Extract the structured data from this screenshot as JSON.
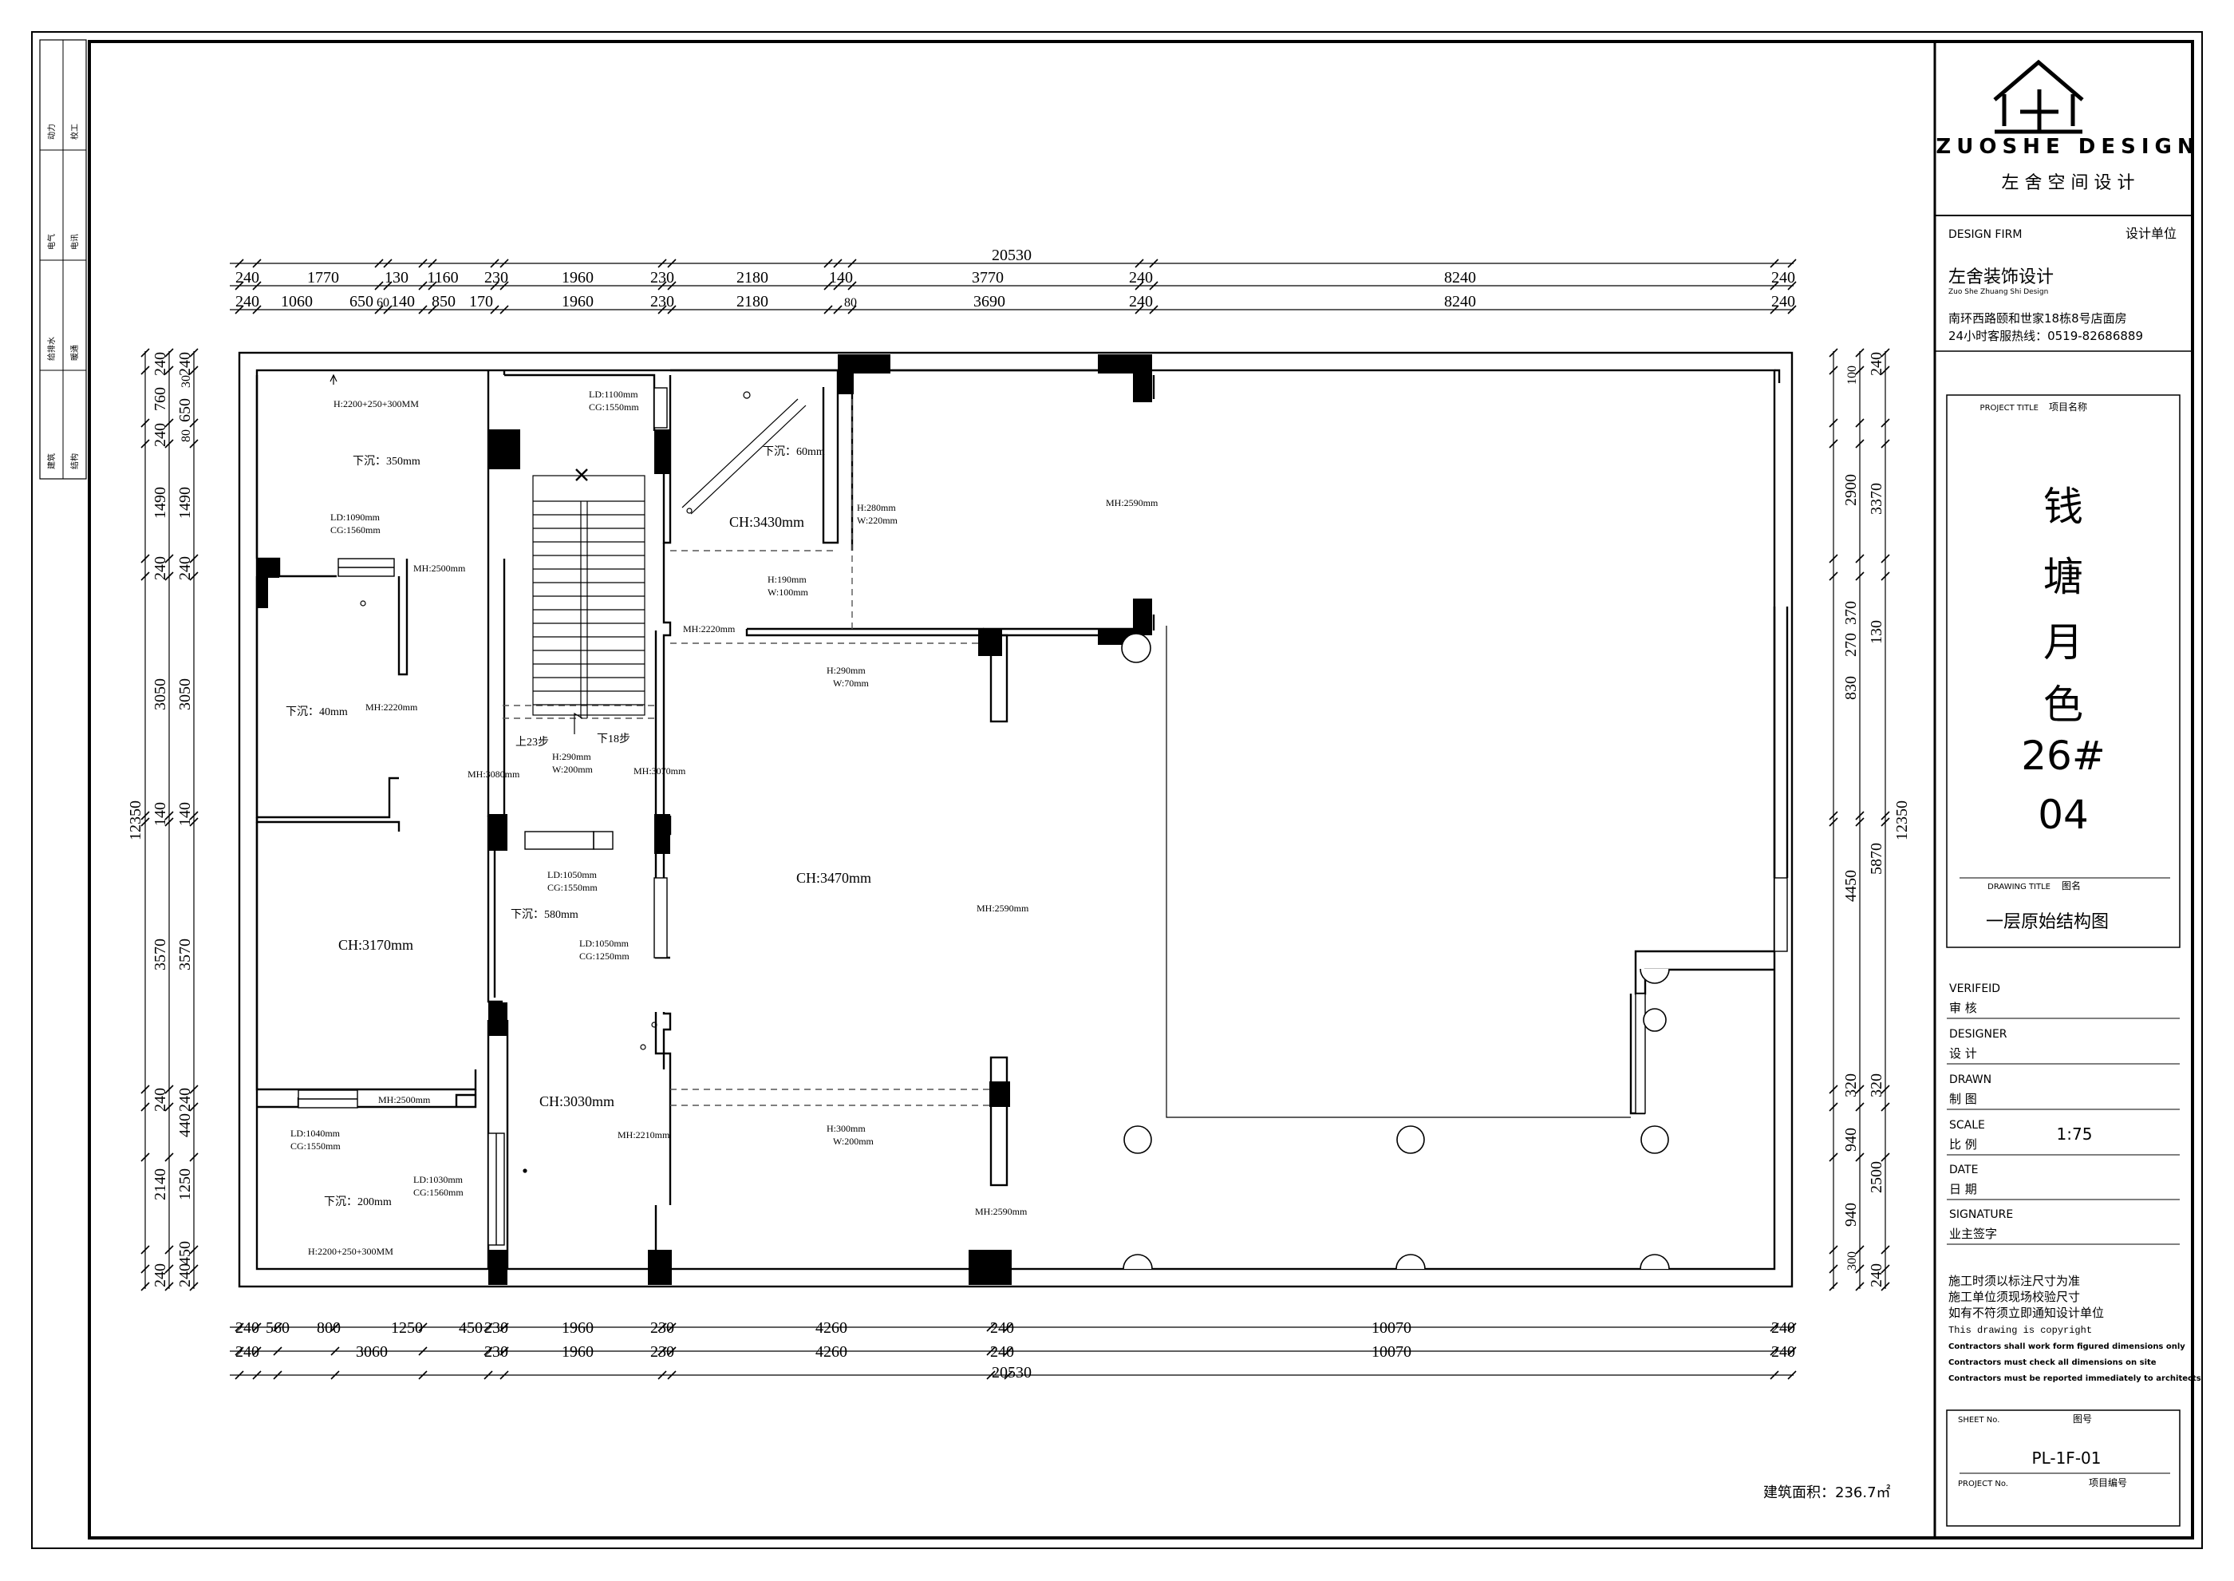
{
  "side_strip": {
    "cells": [
      "动力",
      "校工",
      "电气",
      "电讯",
      "给排水",
      "暖通",
      "建筑",
      "结构"
    ]
  },
  "title_block": {
    "logo_text": "ZUOSHE DESIGN",
    "logo_cn": "左 舍 空 间 设 计",
    "design_firm_en": "DESIGN FIRM",
    "design_firm_cn": "设计单位",
    "firm_name": "左舍装饰设计",
    "firm_name_en": "Zuo She Zhuang Shi Design",
    "address": "南环西路颐和世家18栋8号店面房",
    "hotline": "24小时客服热线：0519-82686889",
    "project_title_en": "PROJECT TITLE",
    "project_title_cn": "项目名称",
    "project_name_lines": [
      "钱",
      "塘",
      "月",
      "色",
      "26#",
      "04"
    ],
    "drawing_title_en": "DRAWING TITLE",
    "drawing_title_cn": "图名",
    "drawing_title": "一层原始结构图",
    "verified_en": "VERIFEID",
    "verified_cn": "审 核",
    "designer_en": "DESIGNER",
    "designer_cn": "设 计",
    "drawn_en": "DRAWN",
    "drawn_cn": "制 图",
    "scale_en": "SCALE",
    "scale_cn": "比 例",
    "scale_value": "1:75",
    "date_en": "DATE",
    "date_cn": "日 期",
    "signature_en": "SIGNATURE",
    "signature_cn": "业主签字",
    "notes": [
      "施工时须以标注尺寸为准",
      "施工单位须现场校验尺寸",
      "如有不符须立即通知设计单位",
      "This drawing is copyright",
      "Contractors shall work form figured dimensions only",
      "Contractors must check all dimensions on site",
      "Contractors must be reported immediately to architects"
    ],
    "sheet_no_en": "SHEET No.",
    "sheet_no_cn": "图号",
    "sheet_no": "PL-1F-01",
    "project_no_en": "PROJECT No.",
    "project_no_cn": "项目编号"
  },
  "area_note": "建筑面积：236.7㎡",
  "dims": {
    "top_total": "20530",
    "top_row1": [
      "240",
      "1770",
      "130",
      "1160",
      "230",
      "1960",
      "230",
      "2180",
      "140",
      "3770",
      "240",
      "8240",
      "240"
    ],
    "top_row2": [
      "240",
      "1060",
      "650",
      "60",
      "140",
      "850",
      "170",
      "1960",
      "230",
      "2180",
      "80",
      "3690",
      "240",
      "8240",
      "240"
    ],
    "bottom_row1": [
      "240",
      "560",
      "800",
      "1250",
      "450",
      "230",
      "1960",
      "230",
      "4260",
      "240",
      "10070",
      "240"
    ],
    "bottom_row2": [
      "240",
      "3060",
      "230",
      "1960",
      "230",
      "4260",
      "240",
      "10070",
      "240"
    ],
    "bottom_total": "20530",
    "left_total": "12350",
    "left_outer": [
      "240",
      "760",
      "240",
      "1490",
      "240",
      "3050",
      "140",
      "3570",
      "240",
      "2140",
      "240"
    ],
    "left_inner": [
      "240",
      "30",
      "650",
      "80",
      "1490",
      "240",
      "3050",
      "140",
      "3570",
      "240",
      "440",
      "1250",
      "450",
      "240"
    ],
    "right_total": "12350",
    "right_outer": [
      "240",
      "3370",
      "130",
      "5870",
      "320",
      "2500",
      "240"
    ],
    "right_inner": [
      "100",
      "2900",
      "370",
      "270",
      "830",
      "4450",
      "320",
      "940",
      "940",
      "300"
    ]
  },
  "labels": {
    "l01": "H:2200+250+300MM",
    "l02": "下沉：350mm",
    "l03": "LD:1090mm",
    "l04": "CG:1560mm",
    "l05": "MH:2500mm",
    "l06": "下沉：40mm",
    "l07": "MH:2220mm",
    "l08": "CH:3170mm",
    "l09": "MH:2500mm",
    "l10": "LD:1040mm",
    "l11": "CG:1550mm",
    "l12": "下沉：200mm",
    "l13": "H:2200+250+300MM",
    "l14": "LD:1030mm",
    "l15": "CG:1560mm",
    "l16": "LD:1100mm",
    "l17": "CG:1550mm",
    "l18": "下沉：60mm",
    "l19": "CH:3430mm",
    "l20": "H:280mm",
    "l21": "W:220mm",
    "l22": "H:190mm",
    "l23": "W:100mm",
    "l24": "MH:2220mm",
    "l25": "H:290mm",
    "l26": "W:70mm",
    "l27": "MH:2590mm",
    "l28": "上23步",
    "l29": "下18步",
    "l30": "H:290mm",
    "l31": "W:200mm",
    "l32": "MH:3080mm",
    "l33": "MH:3070mm",
    "l34": "LD:1050mm",
    "l35": "CG:1550mm",
    "l36": "下沉：580mm",
    "l37": "LD:1050mm",
    "l38": "CG:1250mm",
    "l39": "CH:3470mm",
    "l40": "MH:2590mm",
    "l41": "CH:3030mm",
    "l42": "MH:2210mm",
    "l43": "H:300mm",
    "l44": "W:200mm",
    "l45": "MH:2590mm"
  }
}
